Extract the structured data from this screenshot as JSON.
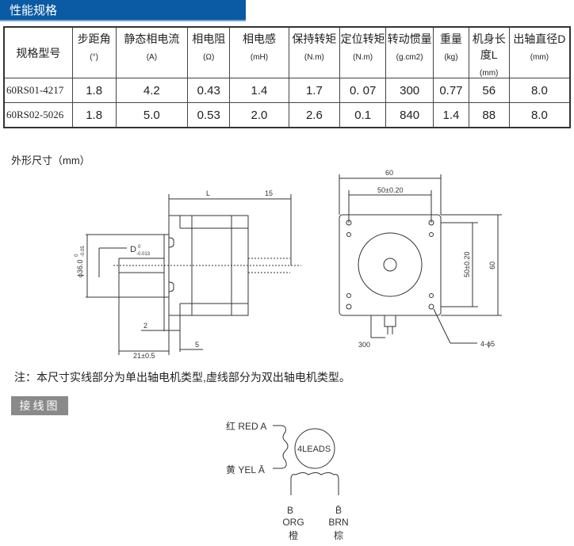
{
  "section_title": "性能规格",
  "table": {
    "headers": [
      [
        "规格型号",
        ""
      ],
      [
        "步距角",
        "(°)"
      ],
      [
        "静态相电流",
        "(A)"
      ],
      [
        "相电阻",
        "(Ω)"
      ],
      [
        "相电感",
        "(mH)"
      ],
      [
        "保持转矩",
        "(N.m)"
      ],
      [
        "定位转矩",
        "(N.m)"
      ],
      [
        "转动惯量",
        "(g.cm2)"
      ],
      [
        "重量",
        "(kg)"
      ],
      [
        "机身长度L",
        "(mm)"
      ],
      [
        "出轴直径D",
        "(mm)"
      ]
    ],
    "rows": [
      [
        "60RS01-4217",
        "1.8",
        "4.2",
        "0.43",
        "1.4",
        "1.7",
        "0. 07",
        "300",
        "0.77",
        "56",
        "8.0"
      ],
      [
        "60RS02-5026",
        "1.8",
        "5.0",
        "0.53",
        "2.0",
        "2.6",
        "0.1",
        "840",
        "1.4",
        "88",
        "8.0"
      ]
    ]
  },
  "dims_title": "外形尺寸（mm）",
  "drawing": {
    "L": "L",
    "d15": "15",
    "dia36": "ϕ36.0",
    "dia36_tol_up": "0",
    "dia36_tol_dn": "-0.05",
    "D": "D",
    "D_tol_up": "0",
    "D_tol_dn": "-0.013",
    "d2": "2",
    "d5": "5",
    "d21": "21±0.5",
    "d60": "60",
    "d50a": "50±0.20",
    "d50b": "50±0.20",
    "d60v": "60",
    "holes": "4-ϕ5",
    "d300": "300"
  },
  "note": "注：本尺寸实线部分为单出轴电机类型,虚线部分为双出轴电机类型。",
  "wiring_title": "接线图",
  "wiring": {
    "a": "红 RED A",
    "abar": "黄 YEL Ā",
    "leads": "4LEADS",
    "b": "B",
    "b_color": "ORG",
    "b_cn": "橙",
    "bbar": "B̄",
    "bbar_color": "BRN",
    "bbar_cn": "棕"
  }
}
